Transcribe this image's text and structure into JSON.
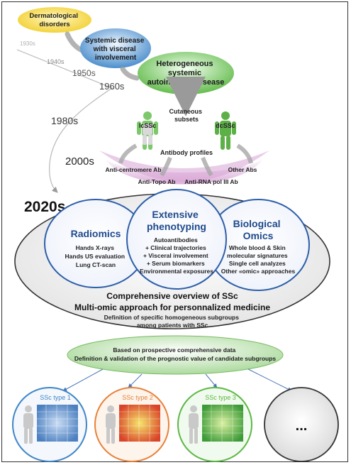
{
  "timeline": {
    "year_1930": "1930s",
    "year_1940": "1940s",
    "year_1950": "1950s",
    "year_1960": "1960s",
    "year_1980": "1980s",
    "year_2000": "2000s",
    "year_2020": "2020s"
  },
  "early_eras": {
    "dermatological": [
      "Dermatological",
      "disorders"
    ],
    "systemic": [
      "Systemic disease",
      "with visceral",
      "involvement"
    ],
    "heterogeneous": [
      "Heterogeneous",
      "systemic",
      "autoimmune disease"
    ]
  },
  "subsets": {
    "lcssc": "lcSSc",
    "dcssc": "dcSSc",
    "cutaneous": [
      "Cutaneous",
      "subsets"
    ],
    "antibody_profiles": "Antibody profiles",
    "antibodies": {
      "anti_centromere": "Anti-centromere Ab",
      "anti_topo": "Anti-Topo Ab",
      "anti_rna": "Anti-RNA pol III Ab",
      "other": "Other Abs"
    }
  },
  "approaches": {
    "radiomics": {
      "title": "Radiomics",
      "items": [
        "Hands X-rays",
        "Hands US evaluation",
        "Lung CT-scan"
      ]
    },
    "phenotyping": {
      "title": [
        "Extensive",
        "phenotyping"
      ],
      "items": [
        "Autoantibodies",
        "+ Clinical trajectories",
        "+ Visceral involvement",
        "+ Serum biomarkers",
        "Environmental exposures"
      ]
    },
    "omics": {
      "title": [
        "Biological",
        "Omics"
      ],
      "items": [
        "Whole blood & Skin",
        "molecular signatures",
        "Single cell analyzes",
        "Other «omic» approaches"
      ]
    }
  },
  "overview": {
    "line1": "Comprehensive overview of SSc",
    "line2": "Multi-omic approach for personnalized medicine",
    "line3": [
      "Definition of specific homogeneous subgroups",
      "among patients with SSc"
    ]
  },
  "prospective": [
    "Based on prospective comprehensive data",
    "Definition & validation of the prognostic value of candidate subgroups"
  ],
  "types": {
    "type1": "SSc type 1",
    "type2": "SSc type 2",
    "type3": "SSc type 3",
    "more": "..."
  },
  "colors": {
    "yellow": "#f2d33c",
    "blue": "#3f86c8",
    "green": "#5cb845",
    "pink": "#c977c0",
    "type1": "#3f86c8",
    "type2": "#e8823a",
    "type3": "#5cb845"
  }
}
